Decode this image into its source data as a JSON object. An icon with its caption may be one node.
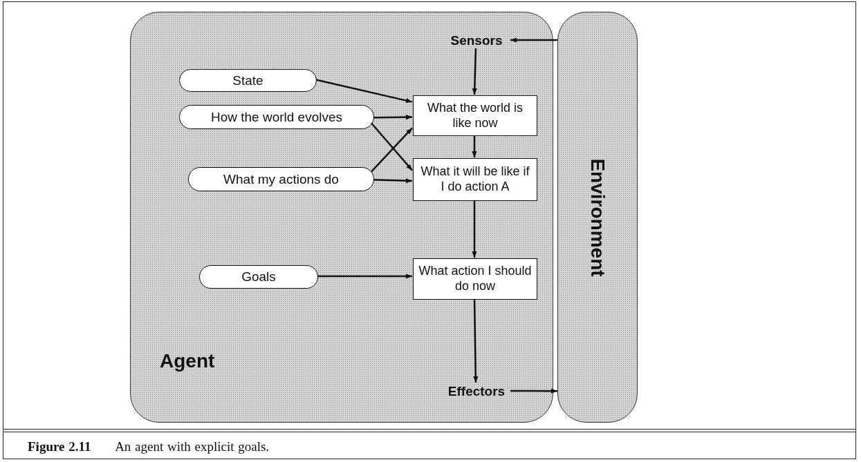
{
  "diagram": {
    "caption": "**Figure 2.11** An agent with explicit goals.",
    "nodes": [
      {
        "text": [
          "Agent"
        ]
      },
      {
        "text": [
          "Environment"
        ]
      },
      {
        "text": [
          "Sensors"
        ],
        "in": 0
      },
      {
        "text": [
          "State"
        ],
        "in": 0
      },
      {
        "text": [
          "How the world evolves"
        ],
        "in": 0
      },
      {
        "text": [
          "What my actions do"
        ],
        "in": 0
      },
      {
        "text": [
          "Goals"
        ],
        "in": 0
      },
      {
        "text": [
          "What the world is like now"
        ],
        "in": 0
      },
      {
        "text": [
          "What it will be like if I do action A"
        ],
        "in": 0
      },
      {
        "text": [
          "What action I should do now"
        ],
        "in": 0
      },
      {
        "text": [
          "Effectors"
        ],
        "in": 0
      }
    ],
    "edges": [
      {
        "from": 1,
        "to": 2,
        "arrow": "to"
      },
      {
        "from": 2,
        "to": 7,
        "arrow": "to"
      },
      {
        "from": 3,
        "to": 7,
        "arrow": "to"
      },
      {
        "from": 4,
        "to": 7,
        "arrow": "to"
      },
      {
        "from": 4,
        "to": 8,
        "arrow": "to"
      },
      {
        "from": 5,
        "to": 7,
        "arrow": "to"
      },
      {
        "from": 5,
        "to": 8,
        "arrow": "to"
      },
      {
        "from": 7,
        "to": 8,
        "arrow": "to"
      },
      {
        "from": 8,
        "to": 9,
        "arrow": "to"
      },
      {
        "from": 6,
        "to": 9,
        "arrow": "to"
      },
      {
        "from": 9,
        "to": 10,
        "arrow": "to"
      },
      {
        "from": 10,
        "to": 1,
        "arrow": "to"
      }
    ]
  }
}
